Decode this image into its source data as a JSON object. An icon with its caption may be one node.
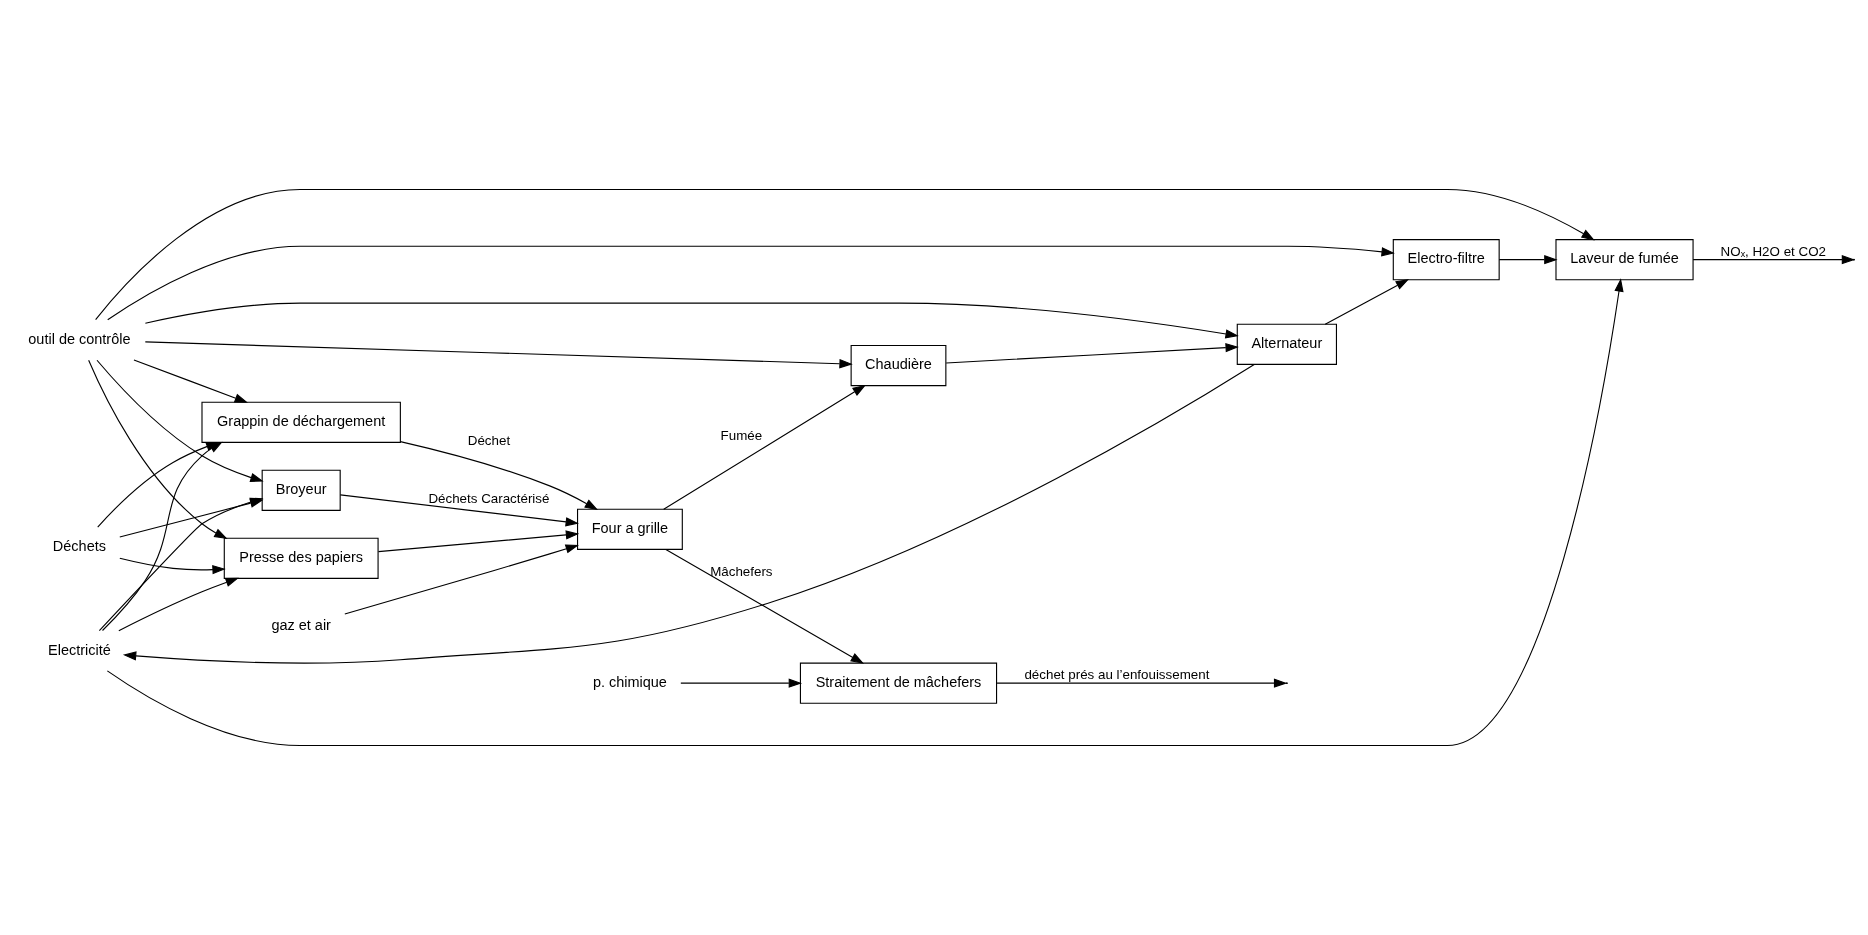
{
  "diagram": {
    "nodes": [
      {
        "text": [
          "Electricité"
        ]
      },
      {
        "text": [
          "outil de contrôle"
        ]
      },
      {
        "text": [
          "gaz et air"
        ]
      },
      {
        "text": [
          "Déchets"
        ]
      },
      {
        "text": [
          "Grappin de déchargement"
        ]
      },
      {
        "text": [
          "Four a grille"
        ]
      },
      {
        "text": [
          "Chaudière"
        ]
      },
      {
        "text": [
          "Alternateur"
        ]
      },
      {
        "text": [
          "Electro-filtre"
        ]
      },
      {
        "text": [
          "Laveur de fumée"
        ]
      },
      {
        "text": [
          "Presse des papiers"
        ]
      },
      {
        "text": [
          "Broyeur"
        ]
      },
      {
        "text": [
          "Straitement de mâchefers"
        ]
      },
      {
        "text": [
          "p. chimique"
        ]
      }
    ],
    "edges": [
      {
        "from": 0,
        "to": 4,
        "arrow": "to"
      },
      {
        "from": 0,
        "to": 9,
        "arrow": "to"
      },
      {
        "from": 7,
        "to": 0,
        "arrow": "to"
      },
      {
        "from": 0,
        "to": 10,
        "arrow": "to"
      },
      {
        "from": 0,
        "to": 11,
        "arrow": "to"
      },
      {
        "from": 1,
        "to": 4,
        "arrow": "to"
      },
      {
        "from": 1,
        "to": 6,
        "arrow": "to"
      },
      {
        "from": 1,
        "to": 7,
        "arrow": "to"
      },
      {
        "from": 1,
        "to": 8,
        "arrow": "to"
      },
      {
        "from": 1,
        "to": 9,
        "arrow": "to"
      },
      {
        "from": 1,
        "to": 10,
        "arrow": "to"
      },
      {
        "from": 1,
        "to": 11,
        "arrow": "to"
      },
      {
        "from": 2,
        "to": 5,
        "arrow": "to"
      },
      {
        "from": 3,
        "to": 4,
        "arrow": "to"
      },
      {
        "from": 3,
        "to": 10,
        "arrow": "to"
      },
      {
        "from": 3,
        "to": 11,
        "arrow": "to"
      },
      {
        "from": 4,
        "to": 5,
        "arrow": "to",
        "label": "Déchet"
      },
      {
        "from": 10,
        "to": 5,
        "arrow": "to"
      },
      {
        "from": 11,
        "to": 5,
        "arrow": "to",
        "label": "Déchets Caractérisé"
      },
      {
        "from": 5,
        "to": 6,
        "arrow": "to",
        "label": "Fumée"
      },
      {
        "from": 5,
        "to": 12,
        "arrow": "to",
        "label": "Mâchefers"
      },
      {
        "from": 6,
        "to": 7,
        "arrow": "to"
      },
      {
        "from": 7,
        "to": 8,
        "arrow": "to"
      },
      {
        "from": 8,
        "to": 9,
        "arrow": "to"
      },
      {
        "from": 9,
        "to": null,
        "arrow": "to",
        "label": "NOₓ, H2O et CO2"
      },
      {
        "from": 13,
        "to": 12,
        "arrow": "to"
      },
      {
        "from": 12,
        "to": null,
        "arrow": "to",
        "label": "déchet prés au l’enfouissement"
      }
    ]
  }
}
